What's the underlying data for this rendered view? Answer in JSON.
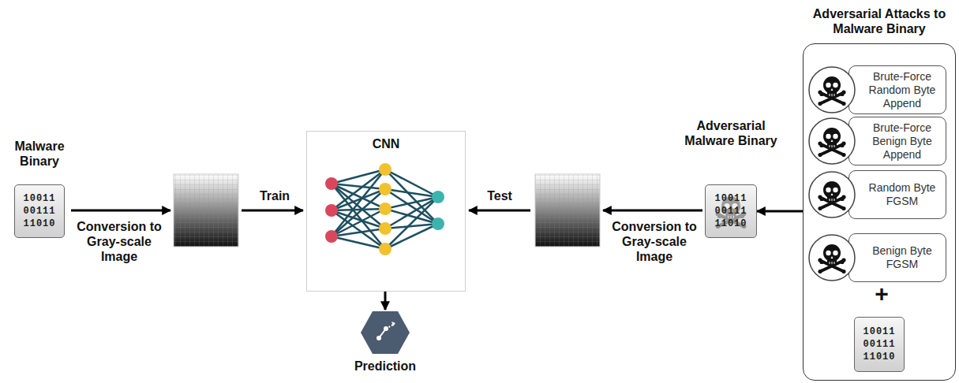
{
  "diagram": {
    "nodes": [
      {
        "text": [
          "Malware Binary",
          "10011 00111 11010"
        ]
      },
      {
        "text": [
          "CNN"
        ]
      },
      {
        "text": [
          "Prediction"
        ]
      },
      {
        "text": [
          "Adversarial Malware Binary",
          "10011 00111 11010"
        ]
      },
      {
        "text": [
          "Adversarial Attacks to Malware Binary"
        ]
      },
      {
        "text": [
          "Brute-Force Random Byte Append"
        ],
        "in": 4
      },
      {
        "text": [
          "Brute-Force Benign Byte Append"
        ],
        "in": 4
      },
      {
        "text": [
          "Random Byte FGSM"
        ],
        "in": 4
      },
      {
        "text": [
          "Benign Byte FGSM"
        ],
        "in": 4
      },
      {
        "text": [
          "10011 00111 11010"
        ],
        "in": 4
      }
    ],
    "edges": [
      {
        "from": 1,
        "to": 2,
        "arrow": "to"
      },
      {
        "from": 4,
        "to": 3,
        "arrow": "to"
      }
    ],
    "labels": [
      "Conversion to Gray-scale Image",
      "Train",
      "Test",
      "Conversion to Gray-scale Image",
      "+"
    ]
  }
}
